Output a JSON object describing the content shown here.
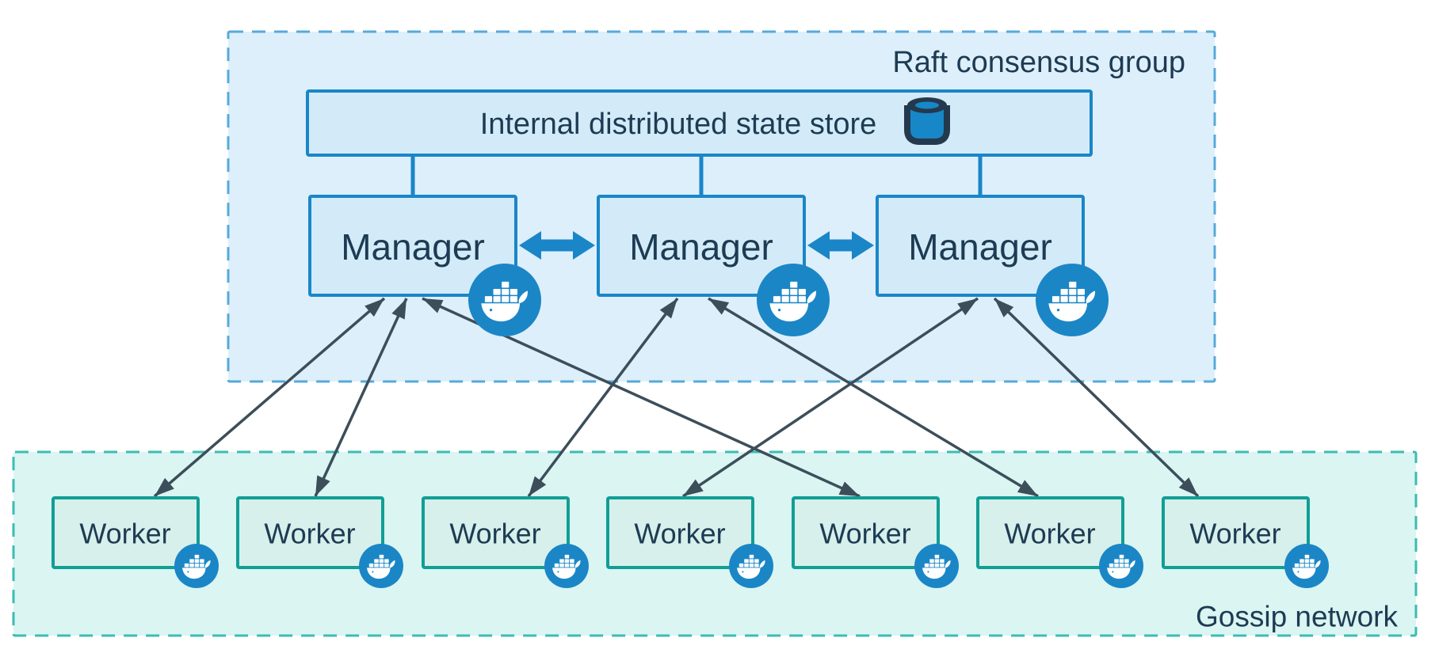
{
  "page": {
    "description": "Docker Swarm architecture diagram with Raft consensus group of managers and gossip network of workers"
  },
  "raft_group": {
    "label": "Raft consensus group",
    "state_store": {
      "label": "Internal distributed state store",
      "icon": "database-cylinder-icon"
    },
    "managers": [
      {
        "id": "manager-1",
        "label": "Manager",
        "badge_icon": "docker-whale-icon"
      },
      {
        "id": "manager-2",
        "label": "Manager",
        "badge_icon": "docker-whale-icon"
      },
      {
        "id": "manager-3",
        "label": "Manager",
        "badge_icon": "docker-whale-icon"
      }
    ]
  },
  "gossip_network": {
    "label": "Gossip network",
    "workers": [
      {
        "id": "worker-1",
        "label": "Worker",
        "badge_icon": "docker-whale-icon"
      },
      {
        "id": "worker-2",
        "label": "Worker",
        "badge_icon": "docker-whale-icon"
      },
      {
        "id": "worker-3",
        "label": "Worker",
        "badge_icon": "docker-whale-icon"
      },
      {
        "id": "worker-4",
        "label": "Worker",
        "badge_icon": "docker-whale-icon"
      },
      {
        "id": "worker-5",
        "label": "Worker",
        "badge_icon": "docker-whale-icon"
      },
      {
        "id": "worker-6",
        "label": "Worker",
        "badge_icon": "docker-whale-icon"
      },
      {
        "id": "worker-7",
        "label": "Worker",
        "badge_icon": "docker-whale-icon"
      }
    ]
  },
  "connections": {
    "state_store_to_managers": [
      "manager-1",
      "manager-2",
      "manager-3"
    ],
    "manager_peer_links": [
      [
        "manager-1",
        "manager-2"
      ],
      [
        "manager-2",
        "manager-3"
      ]
    ],
    "manager_worker_links": [
      [
        "manager-1",
        "worker-1"
      ],
      [
        "manager-1",
        "worker-2"
      ],
      [
        "manager-1",
        "worker-5"
      ],
      [
        "manager-2",
        "worker-3"
      ],
      [
        "manager-2",
        "worker-6"
      ],
      [
        "manager-3",
        "worker-4"
      ],
      [
        "manager-3",
        "worker-7"
      ]
    ],
    "manager_worker_link_style": "double-headed-arrow",
    "manager_peer_link_style": "thick-double-headed-arrow"
  },
  "colors": {
    "raft_fill": "#ddeffb",
    "raft_border": "#57a9da",
    "gossip_fill": "#daf5f2",
    "gossip_border": "#3cbcb2",
    "blue_node_fill": "#d3ebf9",
    "blue_node_border": "#1a86c8",
    "worker_fill": "#d7f0ec",
    "worker_border": "#119e95",
    "docker_badge_blue": "#1b86c6",
    "dark_text": "#1d3b52",
    "link_arrow": "#3c4e5a"
  }
}
